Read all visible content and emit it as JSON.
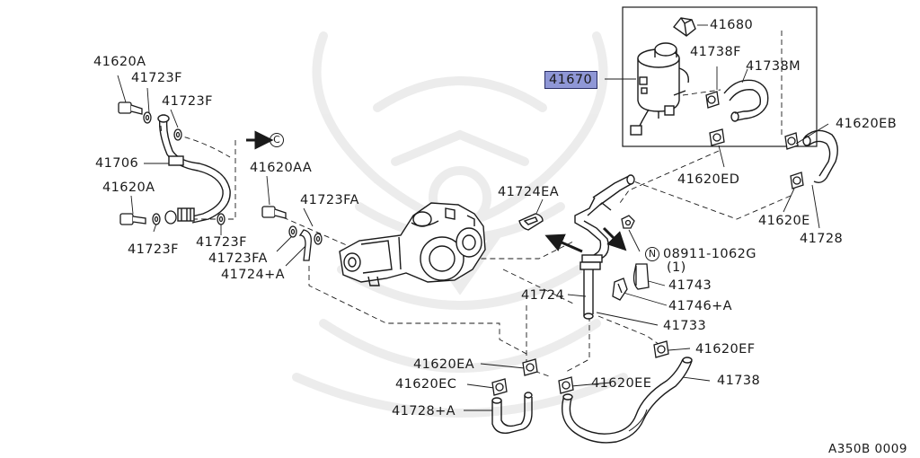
{
  "diagram": {
    "code": "A350B 0009",
    "callout_C": "C",
    "callout_N": "N",
    "labels": {
      "l41680": "41680",
      "l41670": "41670",
      "l41738F": "41738F",
      "l41738M": "41738M",
      "l41620EB": "41620EB",
      "l41620ED": "41620ED",
      "l41620E": "41620E",
      "l41728": "41728",
      "l41620A_top": "41620A",
      "l41723F_a": "41723F",
      "l41723F_b": "41723F",
      "l41706": "41706",
      "l41620A_mid": "41620A",
      "l41723F_c": "41723F",
      "l41723F_d": "41723F",
      "l41620AA": "41620AA",
      "l41723FA_a": "41723FA",
      "l41723FA_b": "41723FA",
      "l41724A": "41724+A",
      "l41724EA": "41724EA",
      "l08911": "08911-1062G",
      "l08911_qty": "(1)",
      "l41743": "41743",
      "l41746A": "41746+A",
      "l41724": "41724",
      "l41733": "41733",
      "l41620EF": "41620EF",
      "l41620EA": "41620EA",
      "l41620EC": "41620EC",
      "l41620EE": "41620EE",
      "l41738": "41738",
      "l41728A": "41728+A"
    }
  }
}
